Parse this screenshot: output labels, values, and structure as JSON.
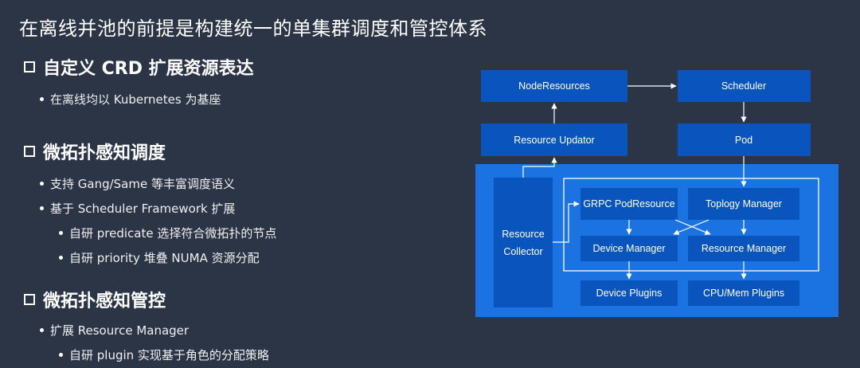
{
  "title": "在离线并池的前提是构建统一的单集群调度和管控体系",
  "sections": [
    {
      "heading": "自定义 CRD 扩展资源表达",
      "bullets": [
        {
          "level": 1,
          "text": "在离线均以 Kubernetes 为基座"
        }
      ]
    },
    {
      "heading": "微拓扑感知调度",
      "bullets": [
        {
          "level": 1,
          "text": "支持 Gang/Same 等丰富调度语义"
        },
        {
          "level": 1,
          "text": "基于 Scheduler Framework 扩展"
        },
        {
          "level": 2,
          "text": "自研 predicate 选择符合微拓扑的节点"
        },
        {
          "level": 2,
          "text": "自研 priority 堆叠 NUMA 资源分配"
        }
      ]
    },
    {
      "heading": "微拓扑感知管控",
      "bullets": [
        {
          "level": 1,
          "text": "扩展 Resource Manager"
        },
        {
          "level": 2,
          "text": "自研 plugin 实现基于角色的分配策略"
        }
      ]
    }
  ],
  "diagram": {
    "colors": {
      "container": "#1a73e0",
      "box": "#0a55bd",
      "line": "#ffffff"
    },
    "nodes": {
      "node_resources": "NodeResources",
      "scheduler": "Scheduler",
      "resource_updator": "Resource Updator",
      "pod": "Pod",
      "resource_collector_l1": "Resource",
      "resource_collector_l2": "Collector",
      "grpc_podresource": "GRPC PodResource",
      "toplogy_manager": "Toplogy Manager",
      "device_manager": "Device Manager",
      "resource_manager": "Resource Manager",
      "device_plugins": "Device Plugins",
      "cpu_mem_plugins": "CPU/Mem Plugins"
    }
  }
}
